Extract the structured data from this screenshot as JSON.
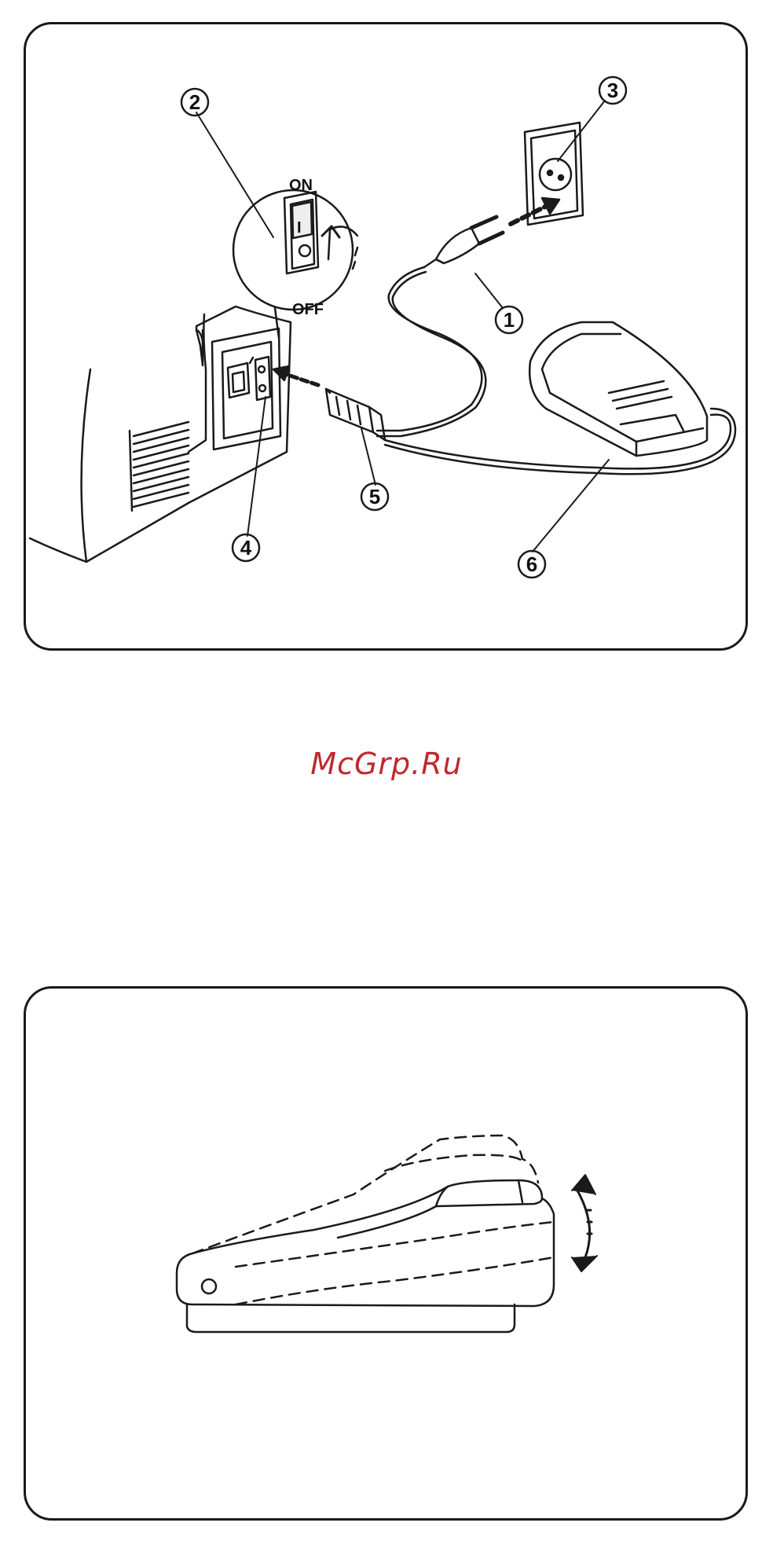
{
  "top_figure": {
    "callouts": [
      "1",
      "2",
      "3",
      "4",
      "5",
      "6"
    ],
    "switch_on_label": "ON",
    "switch_off_label": "OFF",
    "switch_on_symbol": "I"
  },
  "watermark": "McGrp.Ru",
  "colors": {
    "line": "#1a1a1a",
    "watermark": "#c0282f"
  }
}
